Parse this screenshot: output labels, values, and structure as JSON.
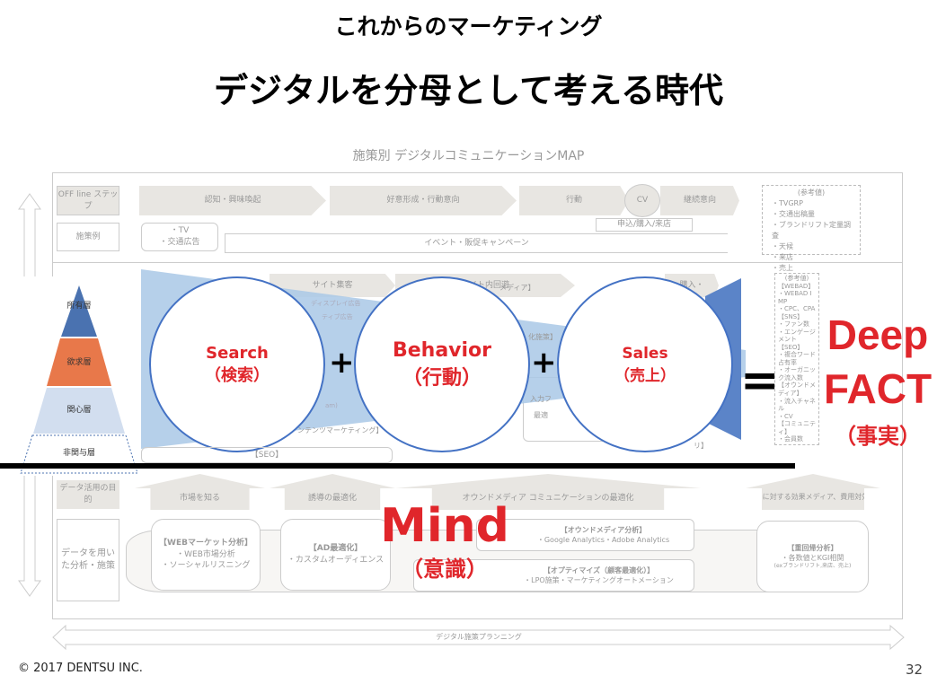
{
  "slide": {
    "supertitle": "これからのマーケティング",
    "title": "デジタルを分母として考える時代",
    "page_number": "32",
    "copyright": "© 2017 DENTSU INC."
  },
  "map": {
    "title": "施策別 デジタルコミュニケーションMAP",
    "row_labels": {
      "offline_step": "OFF line ステップ",
      "examples": "施策例",
      "data_purpose": "データ活用の目的",
      "data_analysis": "データを用いた分析・施策"
    },
    "steps": [
      "認知・興味喚起",
      "好意形成・行動意向",
      "行動",
      "CV",
      "継続意向"
    ],
    "examples": {
      "tv": "・TV",
      "transit": "・交通広告",
      "event": "イベント・販促キャンペーン",
      "conversion": "申込/購入/来店"
    },
    "reference": {
      "label": "(参考値)",
      "items": [
        "・TVGRP",
        "・交通出稿量",
        "・ブランドリフト定量調査",
        "・天候",
        "・来店",
        "・売上"
      ]
    },
    "online_steps": [
      "サイト集客",
      "サイト内回遊",
      "購入・"
    ],
    "online_fragments": [
      "メディア】",
      "化施策】",
      "入力フ",
      "最適",
      "ンテンツマーケティング】",
      "【SEO】",
      "リ】",
      "ディスプレイ広告",
      "ティブ広告",
      "am)"
    ],
    "online_reference": {
      "label": "(参考値)",
      "items": [
        "【WEBAD】",
        "・WEBAD IMP",
        "・CPC、CPA",
        "【SNS】",
        "・ファン数",
        "・エンゲージメント",
        "【SEO】",
        "・複合ワード占有率",
        "・オーガニック流入数",
        "【オウンドメディア】",
        "・流入チャネル",
        "・CV",
        "【コミュニティ】",
        "・会員数"
      ]
    },
    "purposes": [
      "市場を知る",
      "誘導の最適化",
      "オウンドメディア コミュニケーションの最適化",
      "KGIに対する効果メディア、費用対効果"
    ],
    "analysis": [
      {
        "title": "【WEBマーケット分析】",
        "items": [
          "・WEB市場分析",
          "・ソーシャルリスニング"
        ]
      },
      {
        "title": "【AD最適化】",
        "items": [
          "・カスタムオーディエンス"
        ]
      },
      {
        "title": "【オウンドメディア分析】",
        "items": [
          "・Google Analytics・Adobe Analytics"
        ]
      },
      {
        "title": "【オプティマイズ（顧客最適化）】",
        "items": [
          "・LPO施策・マーケティングオートメーション"
        ]
      },
      {
        "title": "【重回帰分析】",
        "items": [
          "・各数値とKGI相関",
          "(exブランドリフト,来店、売上)"
        ]
      }
    ],
    "bottom_arrow": "デジタル施策プランニング"
  },
  "pyramid": {
    "layers": [
      "所有層",
      "欲求層",
      "関心層",
      "非関与層"
    ],
    "colors": [
      "#4a72b0",
      "#e8784a",
      "#d2deef",
      "#ffffff"
    ]
  },
  "overlay": {
    "circles": [
      {
        "en": "Search",
        "jp": "（検索）"
      },
      {
        "en": "Behavior",
        "jp": "（行動）"
      },
      {
        "en": "Sales",
        "jp": "（売上）"
      }
    ],
    "plus": "+",
    "equals": "=",
    "result": {
      "line1": "Deep",
      "line2": "FACT",
      "jp": "（事実）"
    },
    "mind": {
      "en": "Mind",
      "jp": "（意識）"
    },
    "accent": "#e0262b",
    "circle_border": "#4472c4",
    "funnel": "#a9c8e6"
  }
}
